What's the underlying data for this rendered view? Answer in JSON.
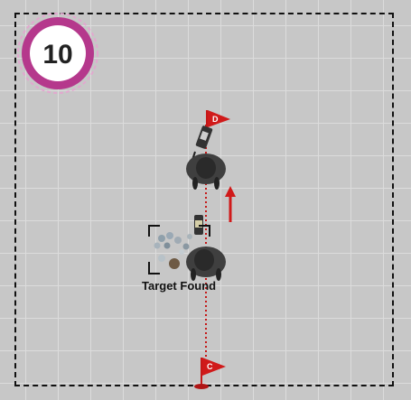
{
  "step": {
    "number": "10"
  },
  "labels": {
    "target_found": "Target Found"
  },
  "flags": {
    "start": "C",
    "end": "D"
  },
  "colors": {
    "accent": "#b5388c",
    "flag": "#d01a1a",
    "path": "#c51818",
    "border": "#111111"
  }
}
